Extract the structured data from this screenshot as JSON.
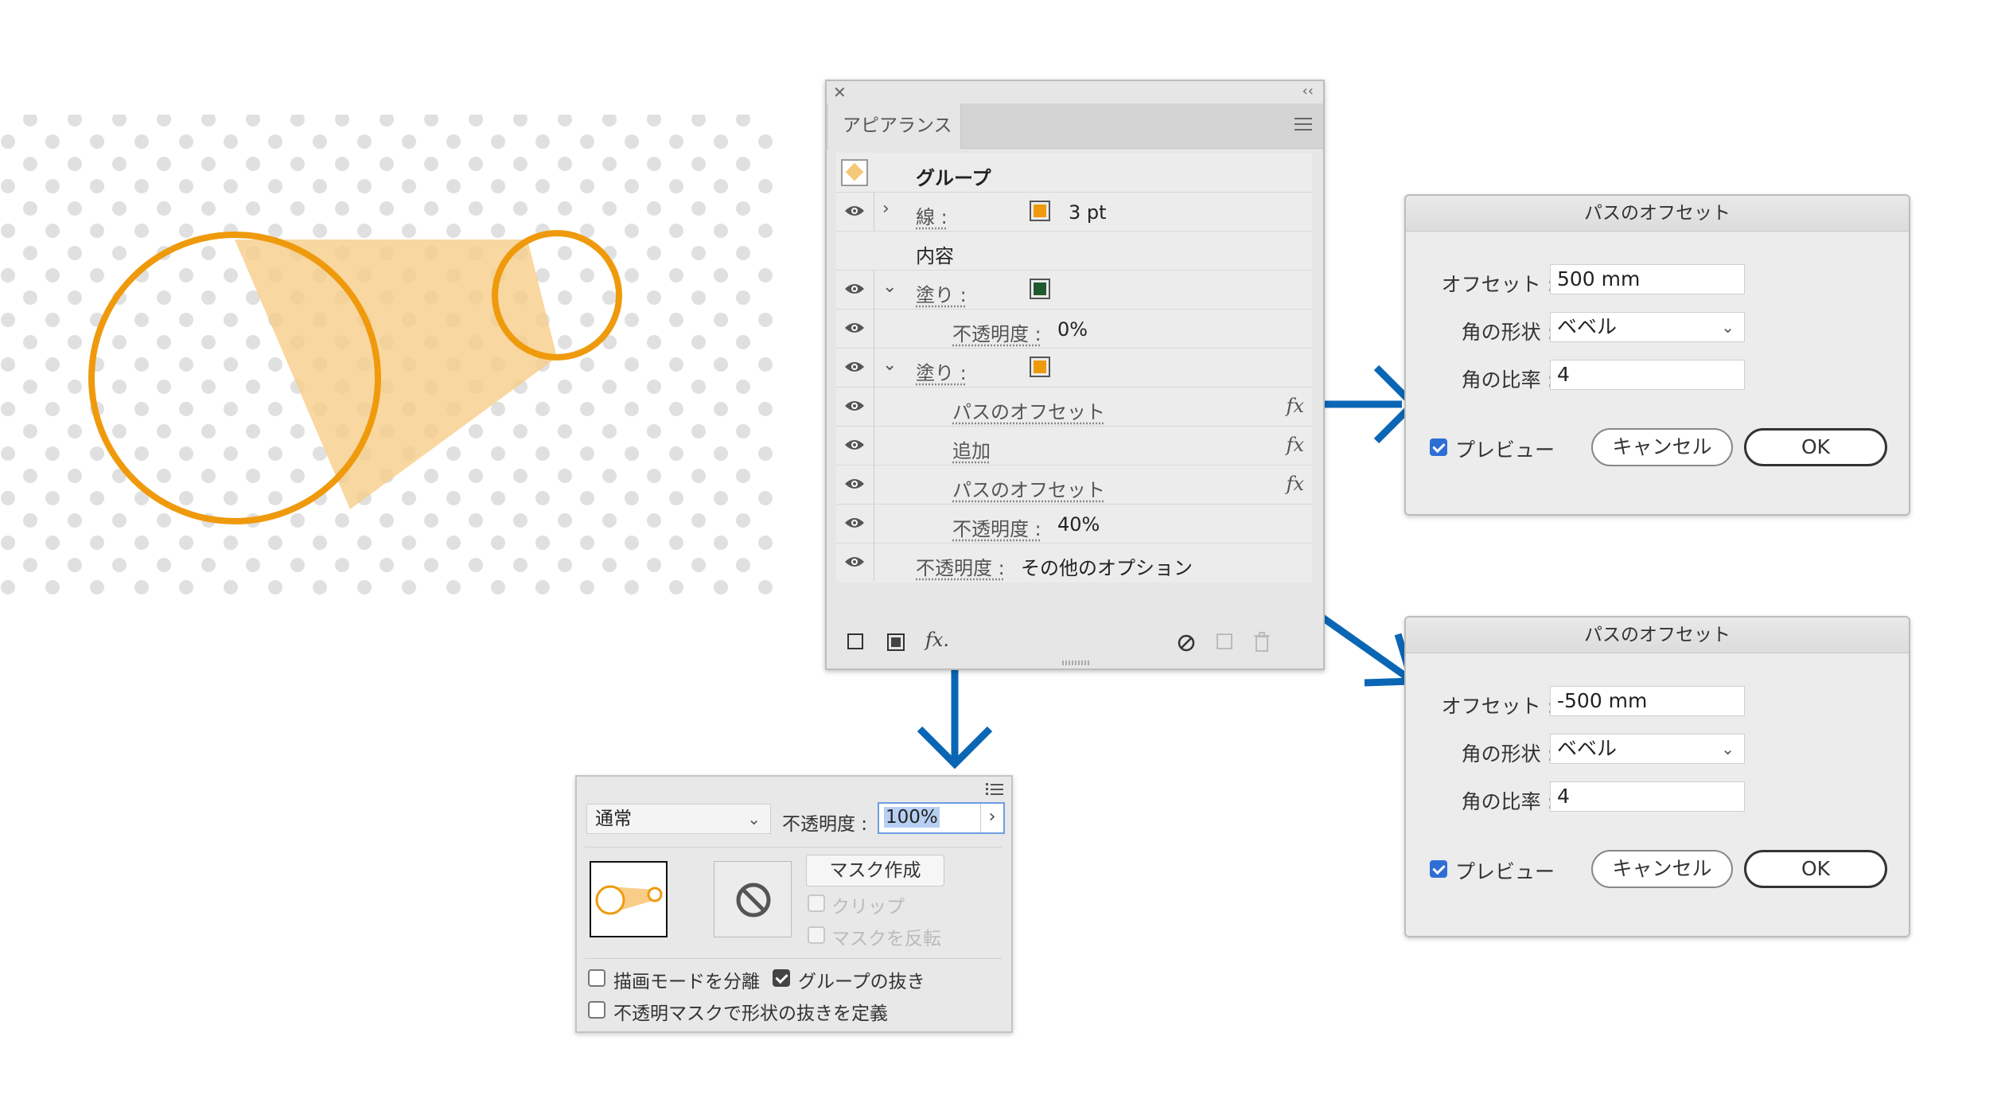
{
  "colors": {
    "orange": "#ef9a0c",
    "orange_fill": "#f8cd88",
    "dot_gray": "#e0e0e0",
    "dark_green": "#1e5a2c",
    "arrow_blue": "#0a66b5",
    "accent_blue": "#2e6fd6"
  },
  "appearance_panel": {
    "tab": "アピアランス",
    "rows": [
      {
        "label": "グループ"
      },
      {
        "label": "線 :",
        "value": "3 pt"
      },
      {
        "label": "内容"
      },
      {
        "label": "塗り :"
      },
      {
        "label": "不透明度 :",
        "value": "0%"
      },
      {
        "label": "塗り :"
      },
      {
        "label": "パスのオフセット",
        "fx": "fx"
      },
      {
        "label": "追加",
        "fx": "fx"
      },
      {
        "label": "パスのオフセット",
        "fx": "fx"
      },
      {
        "label": "不透明度 :",
        "value": "40%"
      },
      {
        "label": "不透明度 :",
        "value": "その他のオプション"
      }
    ],
    "footer_fx": "fx."
  },
  "offset_dialogs": [
    {
      "title": "パスのオフセット",
      "offset_label": "オフセット :",
      "offset_value": "500 mm",
      "joins_label": "角の形状 :",
      "joins_value": "ベベル",
      "miter_label": "角の比率 :",
      "miter_value": "4",
      "preview_label": "プレビュー",
      "preview_checked": true,
      "cancel_label": "キャンセル",
      "ok_label": "OK"
    },
    {
      "title": "パスのオフセット",
      "offset_label": "オフセット :",
      "offset_value": "-500 mm",
      "joins_label": "角の形状 :",
      "joins_value": "ベベル",
      "miter_label": "角の比率 :",
      "miter_value": "4",
      "preview_label": "プレビュー",
      "preview_checked": true,
      "cancel_label": "キャンセル",
      "ok_label": "OK"
    }
  ],
  "transparency_panel": {
    "blend_mode": "通常",
    "opacity_label": "不透明度 :",
    "opacity_value": "100%",
    "make_mask_label": "マスク作成",
    "clip_label": "クリップ",
    "invert_mask_label": "マスクを反転",
    "isolate_blending_label": "描画モードを分離",
    "knockout_group_label": "グループの抜き",
    "knockout_group_checked": true,
    "opacity_mask_label": "不透明マスクで形状の抜きを定義"
  }
}
